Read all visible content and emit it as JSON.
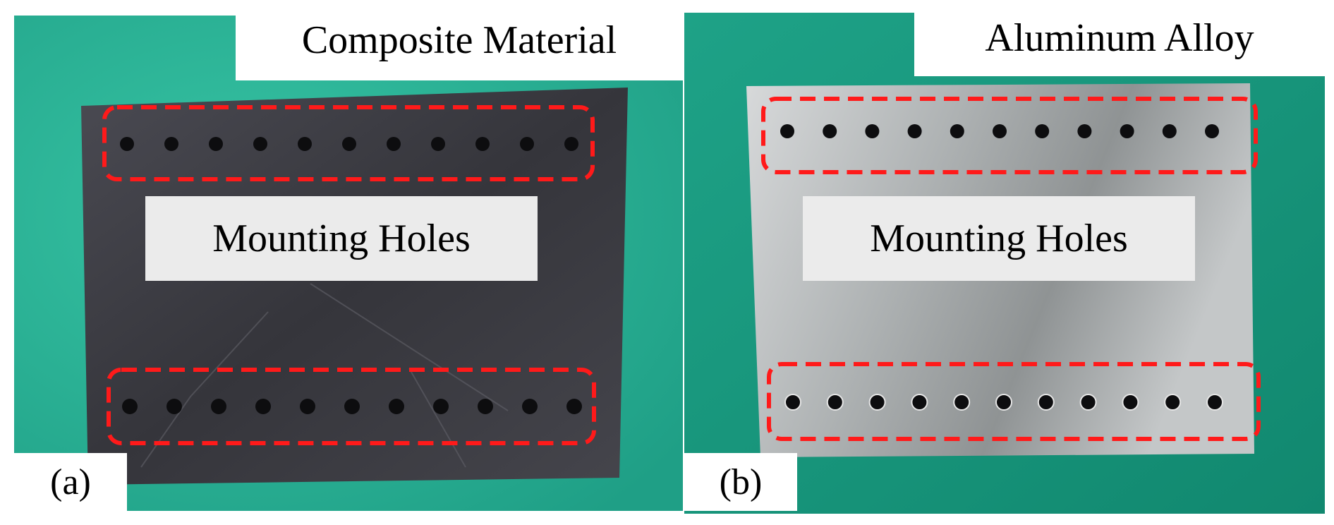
{
  "panels": [
    {
      "letter": "(a)",
      "title": "Composite Material",
      "label": "Mounting Holes",
      "holes_per_row": 11
    },
    {
      "letter": "(b)",
      "title": "Aluminum Alloy",
      "label": "Mounting Holes",
      "holes_per_row": 11
    }
  ],
  "colors": {
    "background_green": "#2eb89c",
    "composite_plate": "#3e3e44",
    "aluminum_plate": "#b9bcbd",
    "highlight_dash": "#ff1a1a",
    "hole": "#0d0d0f"
  }
}
